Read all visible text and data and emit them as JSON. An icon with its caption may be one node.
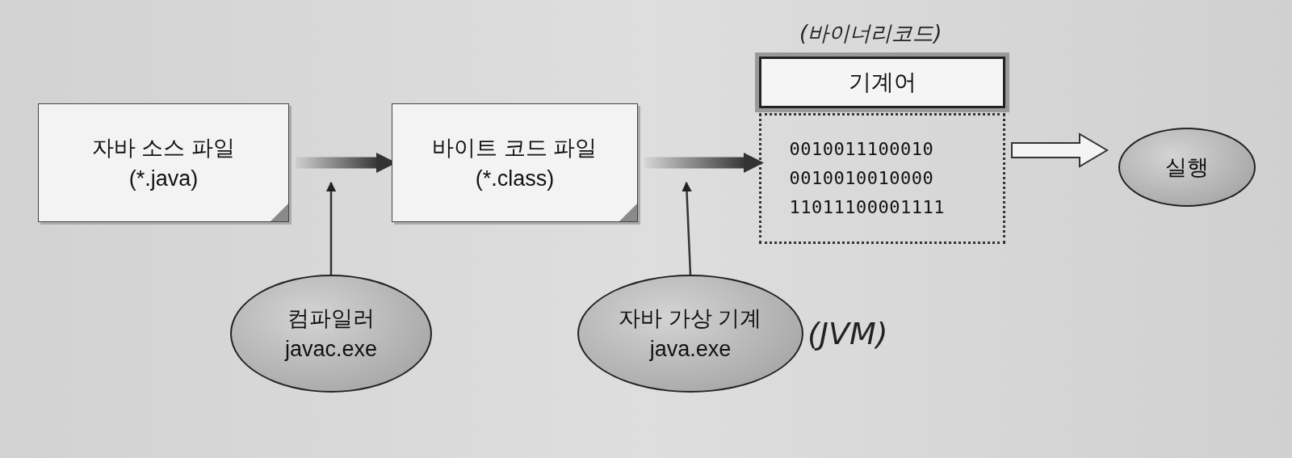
{
  "diagram": {
    "nodes": [
      {
        "text": [
          "자바 소스 파일",
          "(*.java)"
        ]
      },
      {
        "text": [
          "바이트 코드 파일",
          "(*.class)"
        ]
      },
      {
        "text": [
          "기계어",
          "0010011100010 0010010010000 11011100001111"
        ],
        "beside": [
          "(바이너리코드)"
        ]
      },
      {
        "text": [
          "실행"
        ]
      },
      {
        "text": [
          "컴파일러",
          "javac.exe"
        ]
      },
      {
        "text": [
          "자바 가상 기계",
          "java.exe"
        ],
        "beside": [
          "(JVM)"
        ]
      }
    ],
    "edges": [
      {
        "from": 0,
        "to": 1,
        "arrow": "to",
        "style": "thick"
      },
      {
        "from": 1,
        "to": 2,
        "arrow": "to",
        "style": "thick"
      },
      {
        "from": 2,
        "to": 3,
        "arrow": "to"
      },
      {
        "from": 4,
        "to": null,
        "arrow": "to"
      },
      {
        "from": 5,
        "to": null,
        "arrow": "to"
      }
    ]
  }
}
